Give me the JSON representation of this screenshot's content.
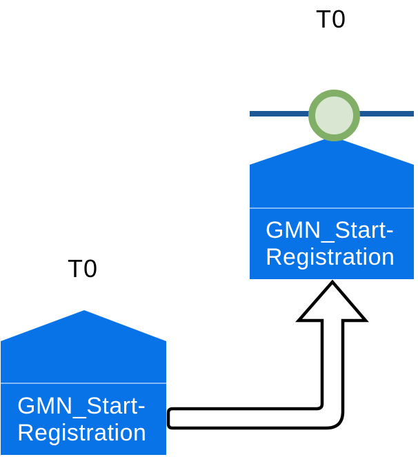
{
  "diagram": {
    "right_group": {
      "time_label": "T0",
      "label_line1": "GMN_Start-",
      "label_line2": "Registration"
    },
    "left_group": {
      "time_label": "T0",
      "label_line1": "GMN_Start-",
      "label_line2": "Registration"
    },
    "colors": {
      "node_blue": "#0873E6",
      "timeline_dark_blue": "#1C5796",
      "event_circle_ring_green": "#82AF67",
      "event_circle_fill_green": "#D9E7D2",
      "node_divider": "rgba(255,255,255,0.5)",
      "connector_fill": "#FFFFFF",
      "connector_outline": "#000000",
      "node_text": "#FFFFFF",
      "time_label_text": "#000000"
    }
  }
}
